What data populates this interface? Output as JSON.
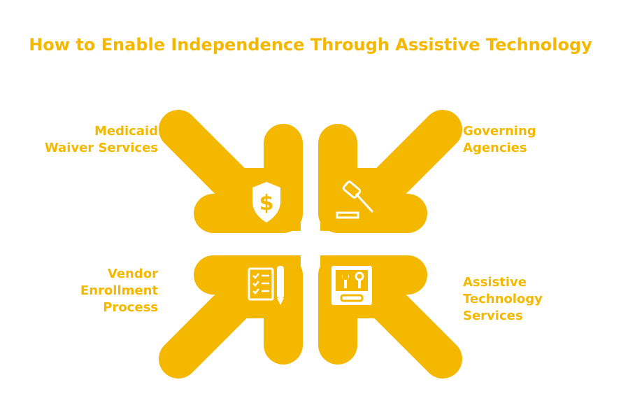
{
  "title": "How to Enable Independence Through Assistive Technology",
  "colors": {
    "accent": "#f5b800",
    "icon": "#ffffff",
    "background": "#ffffff"
  },
  "items": [
    {
      "label_lines": [
        "Medicaid",
        "Waiver Services"
      ],
      "icon": "shield-dollar-icon"
    },
    {
      "label_lines": [
        "Governing",
        "Agencies"
      ],
      "icon": "gavel-icon"
    },
    {
      "label_lines": [
        "Vendor",
        "Enrollment",
        "Process"
      ],
      "icon": "checklist-pen-icon"
    },
    {
      "label_lines": [
        "Assistive",
        "Technology",
        "Services"
      ],
      "icon": "toolbox-icon"
    }
  ]
}
